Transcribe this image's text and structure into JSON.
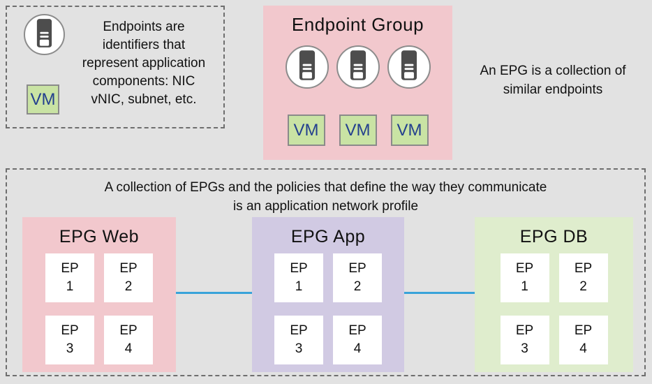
{
  "colors": {
    "background": "#e2e2e2",
    "dashed_border": "#6e6e6e",
    "pink": "#f2c8cd",
    "lavender": "#d1cae3",
    "light_green": "#dfedcd",
    "vm_green": "#c9e3a4",
    "vm_text_navy": "#24408e",
    "connector_blue": "#39a3d9",
    "server_icon_dark": "#4d4d4d"
  },
  "icons": {
    "server": "server-icon (dark tower in white circle)",
    "vm": "vm-badge (green square)"
  },
  "endpoint_note": {
    "lines": [
      "Endpoints are",
      "identifiers that",
      "represent application",
      "components: NIC",
      "vNIC, subnet, etc."
    ],
    "vm_label": "VM"
  },
  "endpoint_group": {
    "title": "Endpoint Group",
    "endpoint_icon_count": 3,
    "vm_labels": [
      "VM",
      "VM",
      "VM"
    ]
  },
  "epg_note": {
    "lines": [
      "An EPG is a collection of",
      "similar endpoints"
    ]
  },
  "profile": {
    "caption_lines": [
      "A collection of EPGs and the policies that define the way they communicate",
      "is an application network profile"
    ],
    "epgs": [
      {
        "title": "EPG Web",
        "eps": [
          {
            "label": "EP",
            "num": "1"
          },
          {
            "label": "EP",
            "num": "2"
          },
          {
            "label": "EP",
            "num": "3"
          },
          {
            "label": "EP",
            "num": "4"
          }
        ]
      },
      {
        "title": "EPG App",
        "eps": [
          {
            "label": "EP",
            "num": "1"
          },
          {
            "label": "EP",
            "num": "2"
          },
          {
            "label": "EP",
            "num": "3"
          },
          {
            "label": "EP",
            "num": "4"
          }
        ]
      },
      {
        "title": "EPG DB",
        "eps": [
          {
            "label": "EP",
            "num": "1"
          },
          {
            "label": "EP",
            "num": "2"
          },
          {
            "label": "EP",
            "num": "3"
          },
          {
            "label": "EP",
            "num": "4"
          }
        ]
      }
    ]
  }
}
